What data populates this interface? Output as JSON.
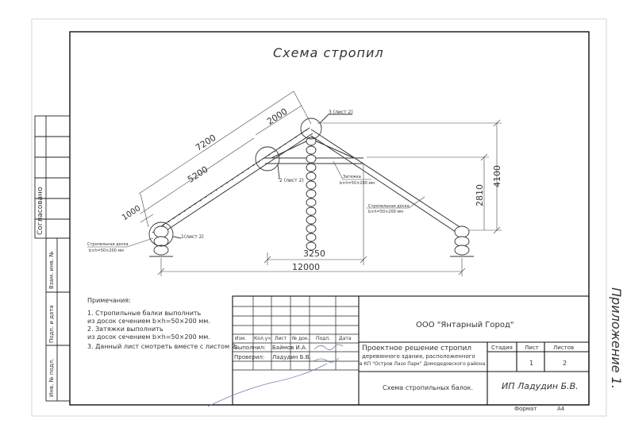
{
  "title": "Схема стропил",
  "dimensions": {
    "d7200": "7200",
    "d2000": "2000",
    "d5200": "5200",
    "d1000": "1000",
    "d4100": "4100",
    "d2810": "2810",
    "d3250": "3250",
    "d12000": "12000"
  },
  "callouts": {
    "c1": "1(лист 2)",
    "c2": "2 (лист 2)",
    "c3": "3 (лист 2)"
  },
  "labels": {
    "rafter_left": "Стропильная доска",
    "rafter_left_size": "b×h=50×200 мм",
    "tie": "Затяжка",
    "tie_size": "b×h=50×200 мм",
    "rafter_right": "Стропильная доска",
    "rafter_right_size": "b×h=50×200 мм"
  },
  "notes": {
    "heading": "Примечания:",
    "n1a": "1. Стропильные балки выполнить",
    "n1b": "из досок сечением b×h=50×200 мм.",
    "n2a": "2. Затяжки выполнить",
    "n2b": "из досок сечением b×h=50×200 мм.",
    "n3": "3. Данный лист смотреть вместе с листом 2."
  },
  "stamp": {
    "company": "ООО \"Янтарный Город\"",
    "hdr": [
      "Изм.",
      "Кол.уч",
      "Лист",
      "№ док.",
      "Подп.",
      "Дата"
    ],
    "role1": "Выполнил:",
    "name1": "Баймов И.А.",
    "role2": "Проверил:",
    "name2": "Ладудин Б.В.",
    "proj1": "Проектное решение стропил",
    "proj2": "деревянного здания, расположенного",
    "proj3": "в КП \"Остров Лазо Парк\" Домодедовского района",
    "stage": "Стадия",
    "sheet": "Лист",
    "sheets": "Листов",
    "sheet_val": "1",
    "sheets_val": "2",
    "drawing": "Схема стропильных балок.",
    "author": "ИП Ладудин Б.В.",
    "format_label": "Формат",
    "format_val": "А4"
  },
  "side": {
    "agreed": "Согласовано",
    "s1": "Взам. инв. №",
    "s2": "Подп. и дата",
    "s3": "Инв. № подл."
  },
  "margin_note": "Приложение 1."
}
